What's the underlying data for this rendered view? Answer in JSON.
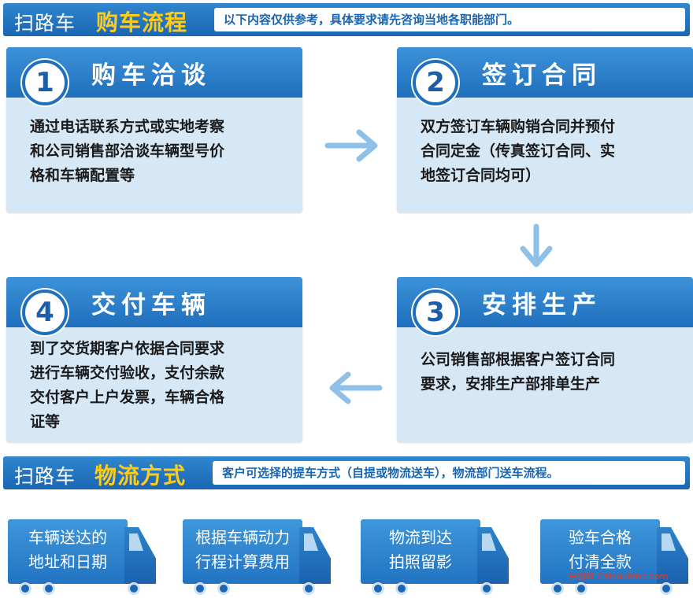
{
  "header": {
    "lead": "扫路车",
    "accent": "购车流程",
    "note": "以下内容仅供参考，具体要求请先咨询当地各职能部门。"
  },
  "steps": [
    {
      "number": "1",
      "title": "购车洽谈",
      "lines": [
        "通过电话联系方式或实地考察",
        "和公司销售部洽谈车辆型号价",
        "格和车辆配置等"
      ]
    },
    {
      "number": "2",
      "title": "签订合同",
      "lines": [
        "双方签订车辆购销合同并预付",
        "合同定金（传真签订合同、实",
        "地签订合同均可）"
      ]
    },
    {
      "number": "3",
      "title": "安排生产",
      "lines": [
        "公司销售部根据客户签订合同",
        "要求，安排生产部排单生产"
      ]
    },
    {
      "number": "4",
      "title": "交付车辆",
      "lines": [
        "到了交货期客户依据合同要求",
        "进行车辆交付验收，支付余款",
        "交付客户上户发票，车辆合格",
        "证等"
      ]
    }
  ],
  "logistics": {
    "lead": "扫路车",
    "accent": "物流方式",
    "note": "客户可选择的提车方式（自提或物流送车），物流部门送车流程。",
    "trucks": [
      {
        "line1": "车辆送达的",
        "line2": "地址和日期"
      },
      {
        "line1": "根据车辆动力",
        "line2": "行程计算费用"
      },
      {
        "line1": "物流到达",
        "line2": "拍照留影"
      },
      {
        "line1": "验车合格",
        "line2": "付清全款"
      }
    ]
  },
  "watermark": "采购峰 Caigoufeng.com",
  "colors": {
    "primary": "#1f6fbd",
    "accent": "#ffcc1a",
    "card_body": "#d6e7f6",
    "arrow": "#8fc1e8"
  }
}
